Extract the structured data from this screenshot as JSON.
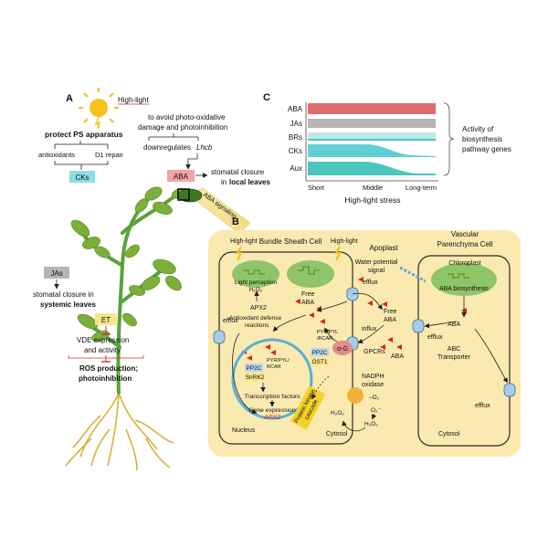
{
  "panel_a": {
    "letter": "A",
    "high_light": "High-light",
    "protect_title": "protect PS apparatus",
    "antioxidants": "antioxidants",
    "d1_repair": "D1 repair",
    "cks": "CKs",
    "avoid_line1": "to avoid photo-oxidative",
    "avoid_line2": "damage and photoinhibition",
    "downregulates": "downregulates",
    "lhcb": "Lhcb",
    "aba": "ABA",
    "stomatal_local_1": "stomatal closure",
    "stomatal_local_2a": "in ",
    "stomatal_local_2b": "local leaves",
    "aba_signaling": "ABA signaling",
    "jas": "JAs",
    "stomatal_sys_1": "stomatal closure in",
    "stomatal_sys_2": "systemic leaves",
    "et": "ET",
    "vde_1": "VDE expression",
    "vde_2": "and activity",
    "ros_1": "ROS production;",
    "ros_2": "photoinhibition"
  },
  "panel_c": {
    "letter": "C",
    "rows": [
      {
        "label": "ABA",
        "color": "#e06b6b"
      },
      {
        "label": "JAs",
        "color": "#b8b4b4"
      },
      {
        "label": "BRs",
        "color": "#bfe8e6"
      },
      {
        "label": "CKs",
        "color": "#5fd0d4"
      },
      {
        "label": "Aux",
        "color": "#4bc6bc"
      }
    ],
    "x_ticks": [
      "Short",
      "Middle",
      "Long-term"
    ],
    "x_label": "High-light stress",
    "activity_1": "Activity of",
    "activity_2": "biosynthesis",
    "activity_3": "pathway genes"
  },
  "panel_b": {
    "letter": "B",
    "bundle_sheath": "Bundle Sheath Cell",
    "apoplast": "Apoplast",
    "vascular_1": "Vascular",
    "vascular_2": "Parenchyma Cell",
    "high_light_1": "High-light",
    "high_light_2": "High-light",
    "light_perception": "Light perception",
    "h2o2_chloro": "H₂O₂",
    "water_1": "Water potential",
    "water_2": "signal",
    "chloroplast": "Chloroplast",
    "aba_biosynthesis": "ABA biosynthesis",
    "apx2_top": "APX2",
    "free_aba_left_1": "Free",
    "free_aba_left_2": "ABA",
    "efflux_top": "efflux",
    "free_aba_right_1": "Free",
    "free_aba_right_2": "ABA",
    "antiox_1": "Antioxidant defense",
    "antiox_2": "reactions",
    "efflux_left": "efflux",
    "pyr_top_1": "PYR/PYL",
    "pyr_top_2": "/RCAR",
    "pp2c_top": "PP2C",
    "ost1": "OST1",
    "alpha_g": "α-G",
    "gpcrs": "GPCRs",
    "influx": "influx",
    "aba_apoplast": "ABA",
    "pp2c_nuc": "PP2C",
    "pyr_nuc_1": "PYR/PYL/",
    "pyr_nuc_2": "RCAR",
    "snrk2": "SnRK2",
    "transcription": "Transcription factors",
    "gene_expr": "Gene expression",
    "apx2_nuc": "APX2",
    "nucleus": "Nucleus",
    "protein_kinase_1": "Protein kinase",
    "protein_kinase_2": "cascade",
    "nadph_1": "NADPH",
    "nadph_2": "oxidase",
    "o2": "–O₂",
    "o2_minus": "O₂⁻",
    "h2o2_a": "H₂O₂",
    "h2o2_b": "H₂O₂",
    "cytosol_left": "Cytosol",
    "aba_vasc": "ABA",
    "efflux_vasc_left": "efflux",
    "abc_1": "ABC",
    "abc_2": "Transporter",
    "efflux_vasc_bottom": "efflux",
    "cytosol_right": "Cytosol"
  },
  "colors": {
    "panel_bg": "#faeab0",
    "cell_line": "#2a2a2a",
    "chloroplast": "#8fc468",
    "arrow_red": "#d8232a",
    "leaf": "#7dae3a",
    "root": "#d9b13a"
  }
}
